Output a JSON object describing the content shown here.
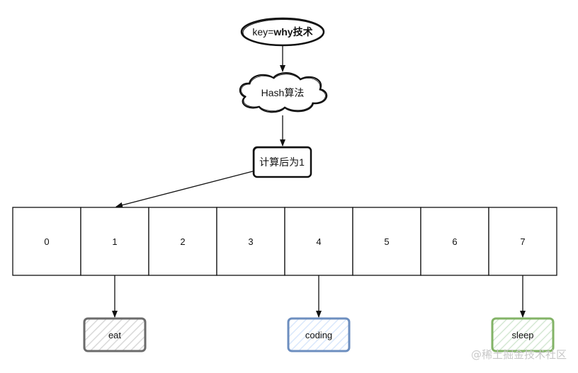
{
  "key_node": {
    "prefix": "key=",
    "value": "why技术"
  },
  "hash_node": {
    "label": "Hash算法"
  },
  "result_node": {
    "label": "计算后为1"
  },
  "bucket_array": {
    "cells": [
      "0",
      "1",
      "2",
      "3",
      "4",
      "5",
      "6",
      "7"
    ]
  },
  "entries": [
    {
      "label": "eat",
      "bucket": "1",
      "color": "#6b6b6b"
    },
    {
      "label": "coding",
      "bucket": "4",
      "color": "#6c8ebf"
    },
    {
      "label": "sleep",
      "bucket": "7",
      "color": "#82b366"
    }
  ],
  "watermark": {
    "text": "@稀土掘金技术社区"
  }
}
